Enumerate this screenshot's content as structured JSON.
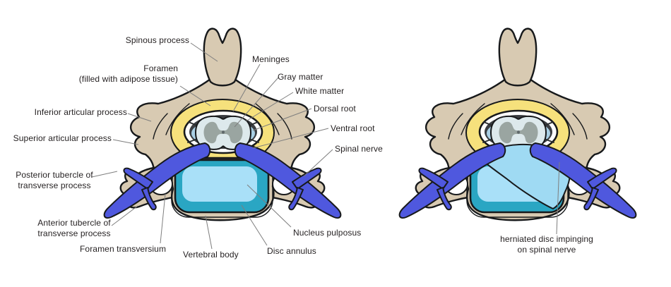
{
  "left_diagram": {
    "labels": {
      "spinous_process": "Spinous process",
      "foramen": "Foramen\n(filled with adipose tissue)",
      "inferior_articular_process": "Inferior articular process",
      "superior_articular_process": "Superior articular process",
      "posterior_tubercle": "Posterior tubercle of\ntransverse process",
      "anterior_tubercle": "Anterior tubercle of\ntransverse process",
      "foramen_transversium": "Foramen transversium",
      "vertebral_body": "Vertebral body",
      "disc_annulus": "Disc annulus",
      "nucleus_pulposus": "Nucleus pulposus",
      "spinal_nerve": "Spinal nerve",
      "ventral_root": "Ventral root",
      "dorsal_root": "Dorsal root",
      "white_matter": "White matter",
      "gray_matter": "Gray matter",
      "meninges": "Meninges"
    }
  },
  "right_diagram": {
    "labels": {
      "herniated_disc": "herniated disc impinging\non spinal nerve"
    }
  },
  "colors": {
    "bone": "#d8cab2",
    "adipose_yellow": "#f6e17c",
    "meninges_dark": "#3a3d41",
    "csf_blue": "#a9cfe4",
    "white_matter": "#dde9ec",
    "gray_matter": "#9aa5a1",
    "dura_white": "#ffffff",
    "disc_annulus_teal": "#2aa6c3",
    "nucleus_light_blue": "#a9e0f8",
    "herniated_disc_blue": "#9fdaf3",
    "nerve_blue": "#4f58de",
    "foramen_hole": "#ffffff",
    "leader_line": "#7e7e7e"
  }
}
